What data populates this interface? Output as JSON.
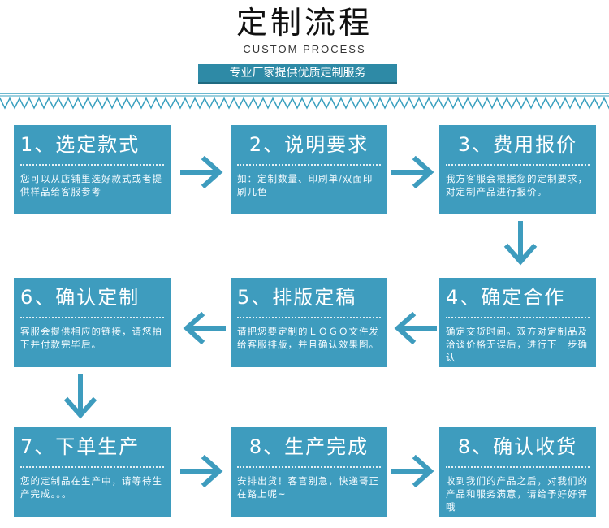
{
  "header": {
    "title": "定制流程",
    "subtitle": "CUSTOM PROCESS",
    "tagline": "专业厂家提供优质定制服务"
  },
  "colors": {
    "accent": "#3e9cbe",
    "dark_accent": "#2e8aa6",
    "zigzag": "#3aa0bf"
  },
  "steps": [
    {
      "title": "1、选定款式",
      "desc": "您可以从店铺里选好款式或者提供样品给客服参考"
    },
    {
      "title": "2、说明要求",
      "desc": "如：定制数量、印刷单/双面印刷几色"
    },
    {
      "title": "3、费用报价",
      "desc": "我方客服会根据您的定制要求，对定制产品进行报价。"
    },
    {
      "title": "4、确定合作",
      "desc": "确定交货时间。双方对定制品及洽谈价格无误后，进行下一步确认"
    },
    {
      "title": "5、排版定稿",
      "desc": "请把您要定制的ＬＯＧＯ文件发给客服排版，并且确认效果图。"
    },
    {
      "title": "6、确认定制",
      "desc": "客服会提供相应的链接，请您拍下并付款完毕后。"
    },
    {
      "title": "7、下单生产",
      "desc": "您的定制品在生产中，请等待生产完成。。。"
    },
    {
      "title": "8、生产完成",
      "desc": "安排出货！客官别急，快递哥正在路上呢~"
    },
    {
      "title": "8、确认收货",
      "desc": "收到我们的产品之后，对我们的产品和服务满意，请给予好好评哦"
    }
  ],
  "arrow_icon": "arrow-icon"
}
